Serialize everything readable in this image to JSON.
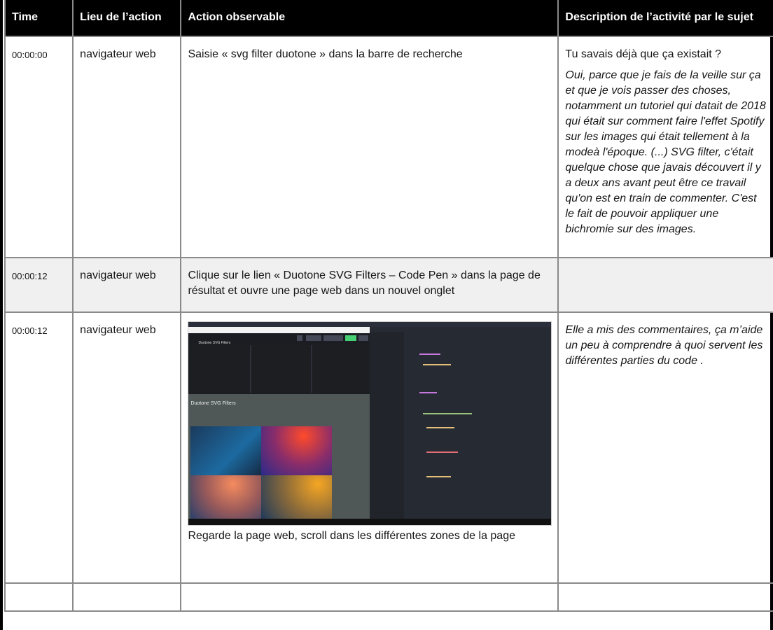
{
  "table": {
    "headers": [
      "Time",
      "Lieu de l’action",
      "Action observable",
      "Description de l’activité par le sujet"
    ],
    "rows": [
      {
        "time": "00:00:00",
        "lieu": "navigateur web",
        "action": "Saisie « svg filter duotone » dans la barre de recherche",
        "question": "Tu savais déjà que ça existait ?",
        "answer": "Oui, parce que je fais de la veille sur ça et que je vois passer des choses, notamment un tutoriel qui datait de 2018 qui était sur comment faire l'effet Spotify sur les images qui était tellement à la modeà l'époque. (...) SVG filter, c'était quelque chose que javais découvert il y a deux ans avant peut être ce travail qu'on est en train de commenter. C'est le fait de pouvoir appliquer une bichromie sur des images."
      },
      {
        "time": "00:00:12",
        "lieu": "navigateur web",
        "action": "Clique sur le lien « Duotone SVG Filters – Code Pen » dans la page de résultat et ouvre une page web dans un nouvel onglet",
        "answer": ""
      },
      {
        "time": "00:00:12",
        "lieu": "navigateur web",
        "screenshot_title": "Duotone SVG Filters",
        "action": "Regarde la page web, scroll dans les différentes zones de la page",
        "answer": "Elle a mis des commentaires, ça m’aide un peu à comprendre à quoi servent les différentes parties du code ."
      }
    ]
  }
}
